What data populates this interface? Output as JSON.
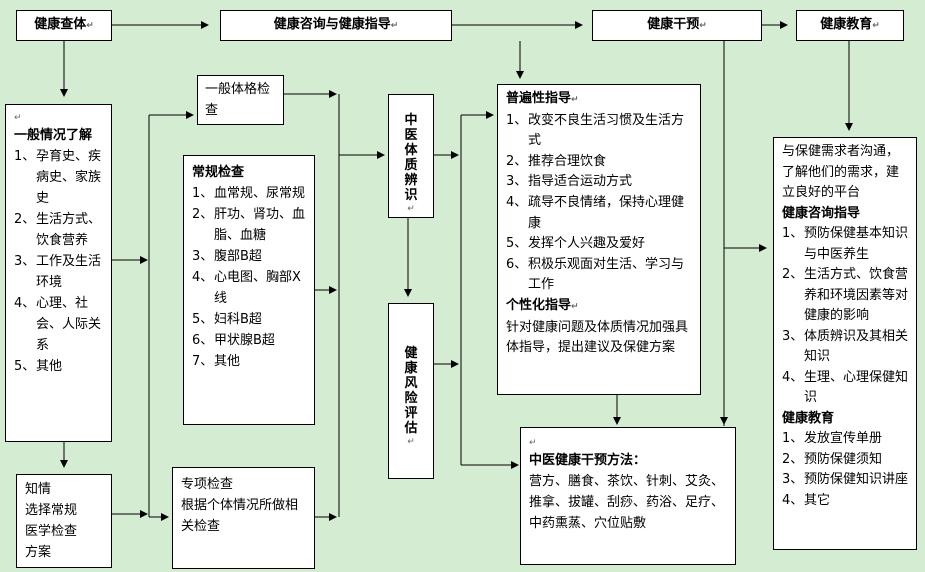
{
  "headers": {
    "checkup": "健康查体",
    "consult": "健康咨询与健康指导",
    "intervene": "健康干预",
    "education": "健康教育"
  },
  "general_info": {
    "title": "一般情况了解",
    "items": [
      {
        "n": "1、",
        "t": "孕育史、疾病史、家族史"
      },
      {
        "n": "2、",
        "t": "生活方式、饮食营养"
      },
      {
        "n": "3、",
        "t": "工作及生活环境"
      },
      {
        "n": "4、",
        "t": "心理、社会、人际关系"
      },
      {
        "n": "5、",
        "t": "其他"
      }
    ]
  },
  "consent": {
    "lines": [
      "知情",
      "选择常规",
      "医学检查",
      "方案"
    ]
  },
  "general_exam": {
    "text": "一般体格检查"
  },
  "routine": {
    "title": "常规检查",
    "items": [
      {
        "n": "1、",
        "t": "血常规、尿常规"
      },
      {
        "n": "2、",
        "t": "肝功、肾功、血脂、血糖"
      },
      {
        "n": "3、",
        "t": "腹部B超"
      },
      {
        "n": "4、",
        "t": "心电图、胸部X线"
      },
      {
        "n": "5、",
        "t": "妇科B超"
      },
      {
        "n": "6、",
        "t": "甲状腺B超"
      },
      {
        "n": "7、",
        "t": "其他"
      }
    ]
  },
  "special": {
    "title": "专项检查",
    "text": "根据个体情况所做相关检查"
  },
  "tcm_constitution": {
    "text": "中医体质辨识"
  },
  "risk": {
    "text": "健康风险评估"
  },
  "guidance": {
    "general_title": "普遍性指导",
    "items": [
      {
        "n": "1、",
        "t": "改变不良生活习惯及生活方式"
      },
      {
        "n": "2、",
        "t": "推荐合理饮食"
      },
      {
        "n": "3、",
        "t": "指导适合运动方式"
      },
      {
        "n": "4、",
        "t": "疏导不良情绪，保持心理健康"
      },
      {
        "n": "5、",
        "t": "发挥个人兴趣及爱好"
      },
      {
        "n": "6、",
        "t": "积极乐观面对生活、学习与工作"
      }
    ],
    "personal_title": "个性化指导",
    "personal_text": "针对健康问题及体质情况加强具体指导，提出建议及保健方案"
  },
  "tcm_method": {
    "title": "中医健康干预方法：",
    "text": "营方、膳食、茶饮、针刺、艾灸、推拿、拔罐、刮痧、药浴、足疗、中药熏蒸、穴位贴敷"
  },
  "education": {
    "intro": "与保健需求者沟通，了解他们的需求，建立良好的平台",
    "consult_title": "健康咨询指导",
    "consult_items": [
      {
        "n": "1、",
        "t": "预防保健基本知识与中医养生"
      },
      {
        "n": "2、",
        "t": "生活方式、饮食营养和环境因素等对健康的影响"
      },
      {
        "n": "3、",
        "t": "体质辨识及其相关知识"
      },
      {
        "n": "4、",
        "t": "生理、心理保健知识"
      }
    ],
    "edu_title": "健康教育",
    "edu_items": [
      {
        "n": "1、",
        "t": "发放宣传单册"
      },
      {
        "n": "2、",
        "t": "预防保健须知"
      },
      {
        "n": "3、",
        "t": "预防保健知识讲座"
      },
      {
        "n": "4、",
        "t": "其它"
      }
    ]
  },
  "para_mark": "↵"
}
